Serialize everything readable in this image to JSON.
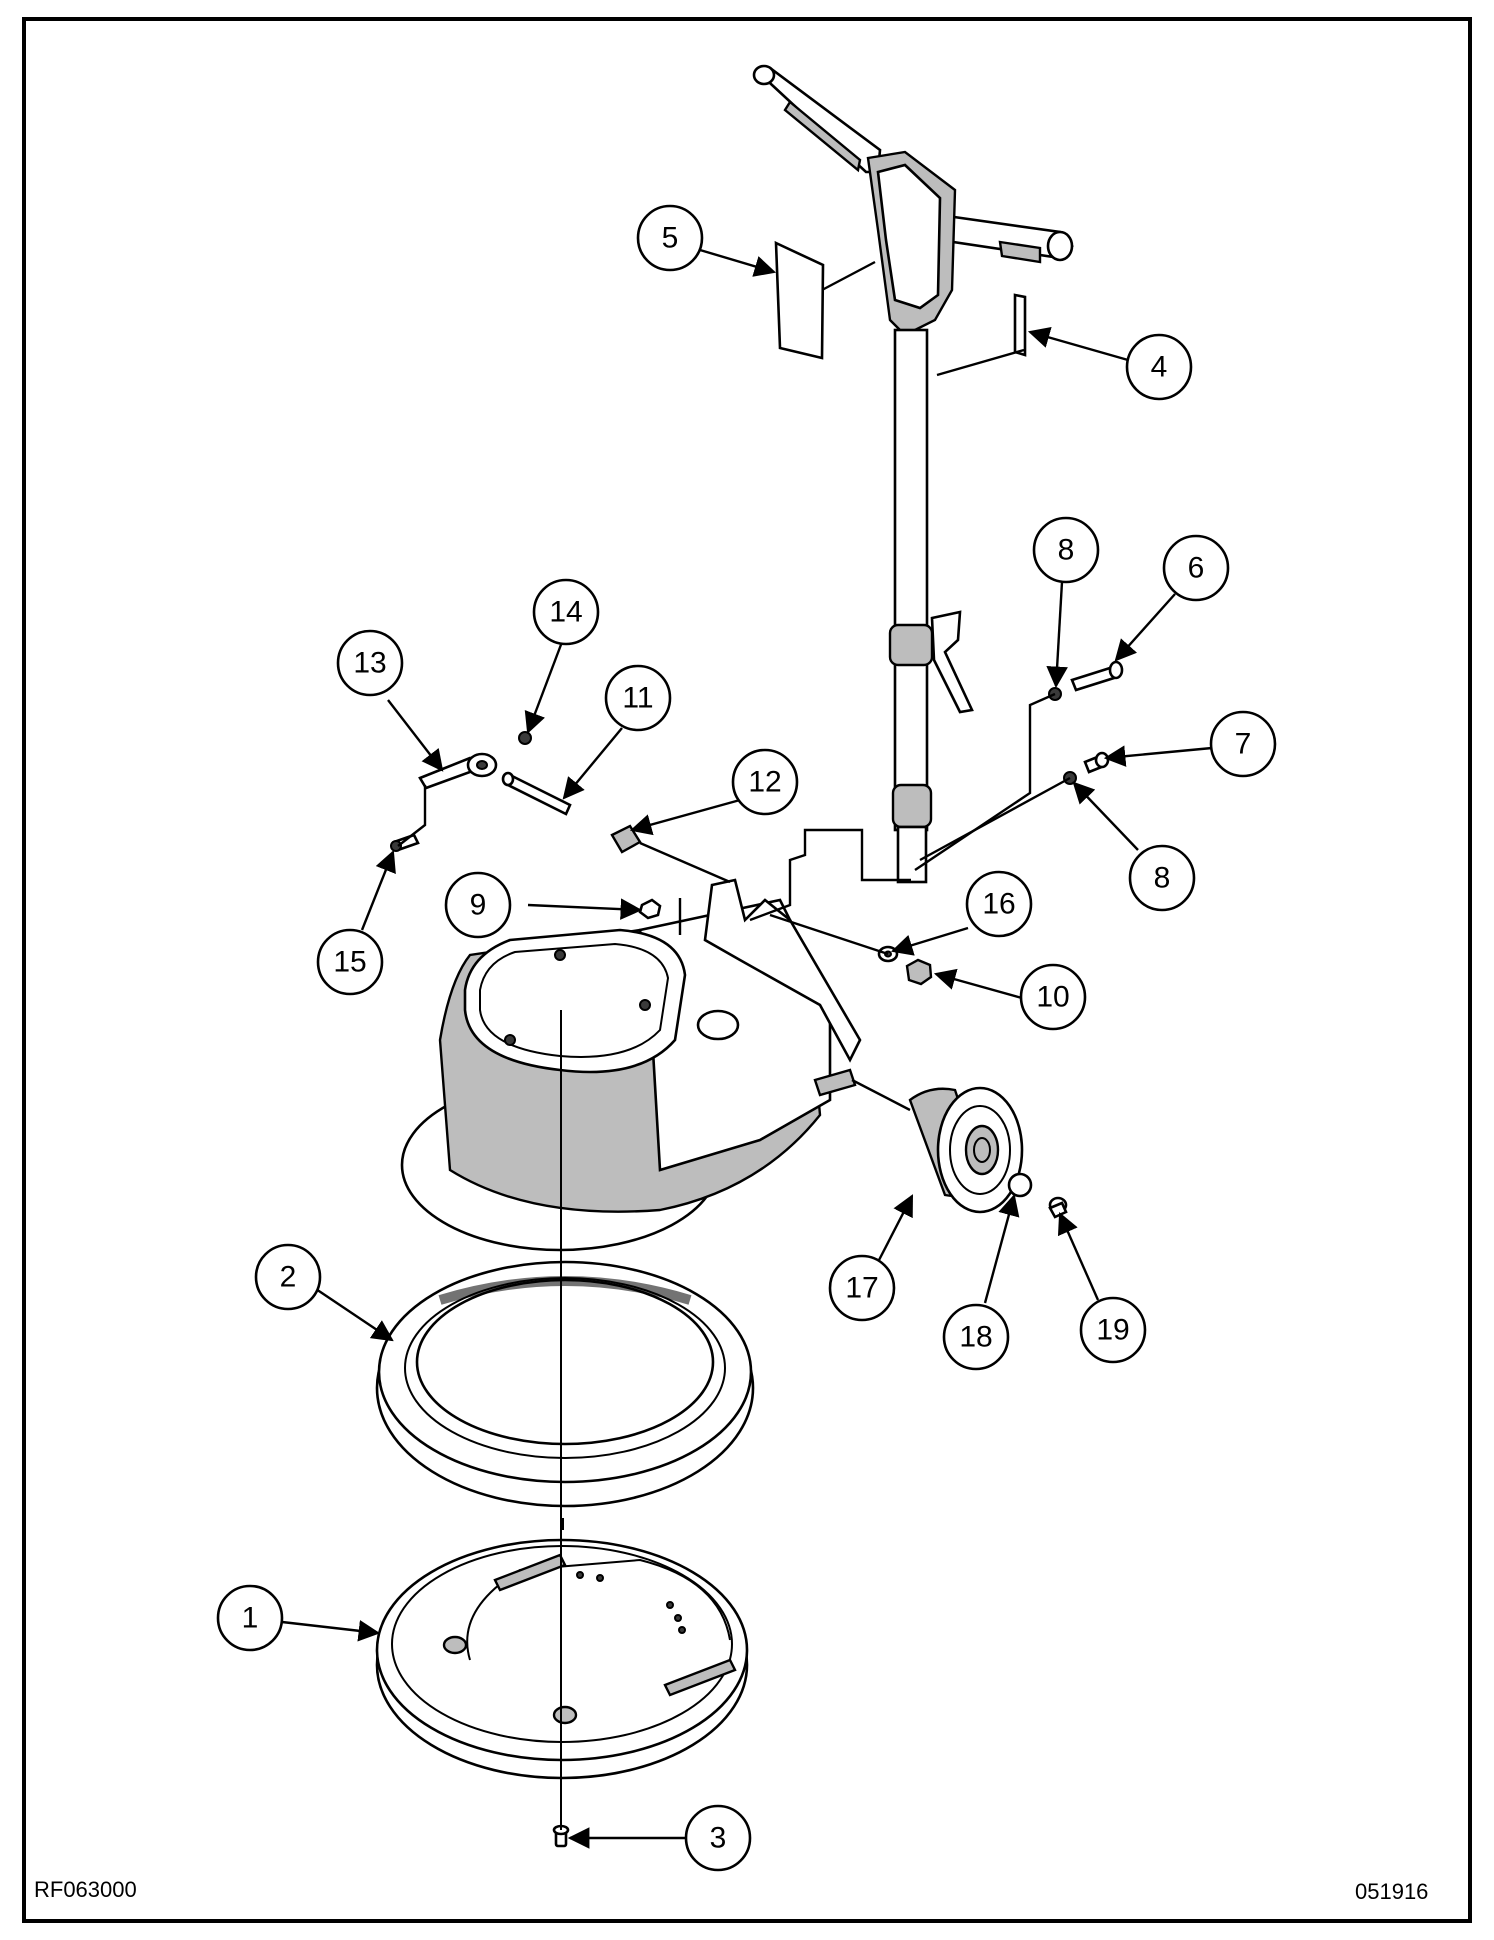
{
  "drawing_code": "RF063000",
  "revision_date": "051916",
  "callouts": [
    {
      "label": "1"
    },
    {
      "label": "2"
    },
    {
      "label": "3"
    },
    {
      "label": "4"
    },
    {
      "label": "5"
    },
    {
      "label": "6"
    },
    {
      "label": "7"
    },
    {
      "label": "8"
    },
    {
      "label": "8"
    },
    {
      "label": "9"
    },
    {
      "label": "10"
    },
    {
      "label": "11"
    },
    {
      "label": "12"
    },
    {
      "label": "13"
    },
    {
      "label": "14"
    },
    {
      "label": "15"
    },
    {
      "label": "16"
    },
    {
      "label": "17"
    },
    {
      "label": "18"
    },
    {
      "label": "19"
    }
  ]
}
